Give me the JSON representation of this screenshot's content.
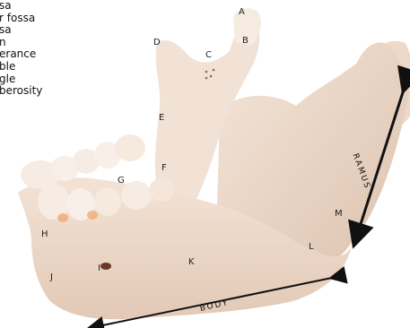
{
  "legend_lines": [
    "sa",
    "r fossa",
    "sa",
    "",
    "n",
    "erance",
    "ble",
    "gle",
    "berosity"
  ],
  "labels": {
    "A": "A",
    "B": "B",
    "C": "C",
    "D": "D",
    "E": "E",
    "F": "F",
    "G": "G",
    "H": "H",
    "I": "I",
    "J": "J",
    "K": "K",
    "L": "L",
    "M": "M"
  },
  "directions": {
    "ramus": "RAMUS",
    "body": "BODY"
  },
  "colors": {
    "bone": "#efdccd",
    "bone_shadow": "#d8bfae",
    "teeth": "#f7ece4",
    "arrow": "#111111"
  }
}
